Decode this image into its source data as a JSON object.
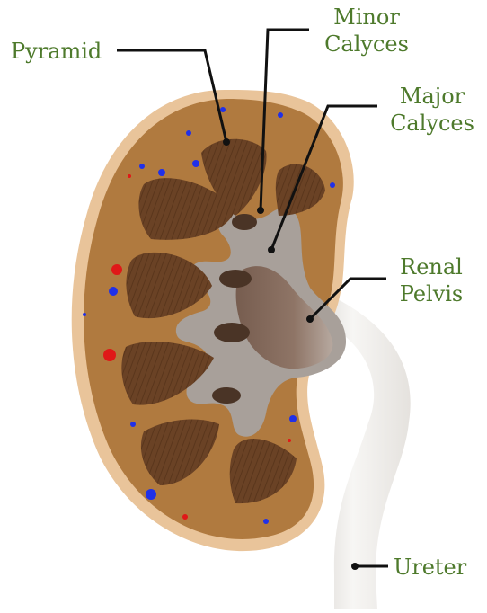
{
  "labels": {
    "pyramid": "Pyramid",
    "minor_calyces": [
      "Minor",
      "Calyces"
    ],
    "major_calyces": [
      "Major",
      "Calyces"
    ],
    "renal_pelvis": [
      "Renal",
      "Pelvis"
    ],
    "ureter": "Ureter"
  },
  "colors": {
    "label_text": "#4e7a2c",
    "cortex": "#b07a3f",
    "capsule": "#e9c49a",
    "pyramid": "#6a4225",
    "calyx": "#a8a09a",
    "ureter": "#e8e6e3",
    "leader_line": "#111111",
    "vessel_red": "#e01818",
    "vessel_blue": "#2030e8"
  },
  "icons": {
    "kidney": "kidney-cross-section-illustration"
  }
}
